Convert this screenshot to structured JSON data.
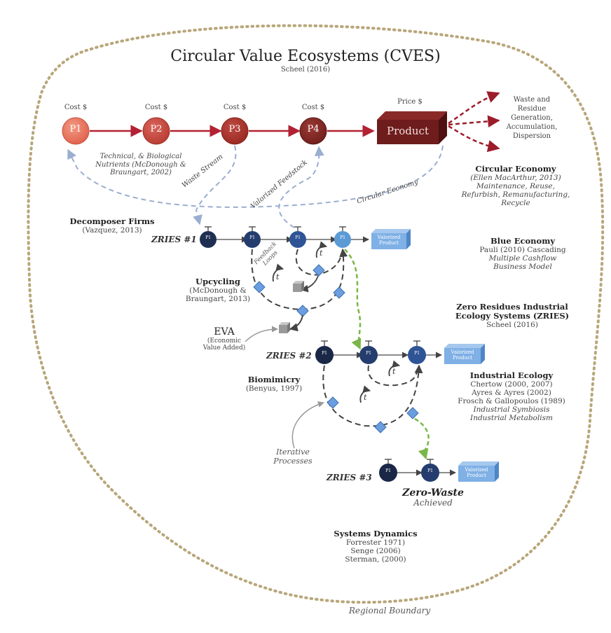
{
  "title": "Circular Value Ecosystems (CVES)",
  "subtitle": "Scheel (2016)",
  "top_chain": {
    "cost_label": "Cost $",
    "price_label": "Price $",
    "nodes": [
      "P1",
      "P2",
      "P3",
      "P4"
    ],
    "product": "Product"
  },
  "waste": [
    "Waste and",
    "Residue",
    "Generation,",
    "Accumulation,",
    "Dispersion"
  ],
  "nutrients": [
    "Technical, & Biological",
    "Nutrients (McDonough &",
    "Braungart, 2002)"
  ],
  "arrow_labels": {
    "waste_stream": "Waste Stream",
    "valorized_feedstock": "Valorized Feedstock",
    "circular_economy": "Circular Economy",
    "feedback_loops": [
      "Feedback",
      "Loops"
    ]
  },
  "circular_economy": {
    "heading": "Circular Economy",
    "lines": [
      "(Ellen MacArthur, 2013)",
      "Maintenance, Reuse,",
      "Refurbish, Remanufacturing,",
      "Recycle"
    ]
  },
  "decomposer": {
    "heading": "Decomposer Firms",
    "ref": "(Vazquez, 2013)"
  },
  "blue_economy": {
    "heading": "Blue Economy",
    "lines": [
      "Pauli (2010) Cascading",
      "Multiple Cashflow",
      "Business Model"
    ]
  },
  "upcycling": {
    "heading": "Upcycling",
    "lines": [
      "(McDonough &",
      "Braungart, 2013)"
    ]
  },
  "zries_sys": {
    "heading": [
      "Zero Residues Industrial",
      "Ecology Systems (ZRIES)"
    ],
    "ref": "Scheel (2016)"
  },
  "eva": {
    "heading": "EVA",
    "lines": [
      "(Economic",
      "Value Added)"
    ]
  },
  "zries_labels": [
    "ZRIES #1",
    "ZRIES #2",
    "ZRIES #3"
  ],
  "valorized_product": [
    "Valorized",
    "Product"
  ],
  "small_node": "P1",
  "loop_symbol": "t",
  "biomimicry": {
    "heading": "Biomimicry",
    "ref": "(Benyus, 1997)"
  },
  "industrial_ecology": {
    "heading": "Industrial Ecology",
    "lines": [
      "Chertow (2000, 2007)",
      "Ayres & Ayres (2002)",
      "Frosch & Gallopoulos (1989)"
    ],
    "italic_lines": [
      "Industrial Symbiosis",
      "Industrial Metabolism"
    ]
  },
  "iterative": [
    "Iterative",
    "Processes"
  ],
  "zero_waste": {
    "heading": "Zero-Waste",
    "sub": "Achieved"
  },
  "systems_dynamics": {
    "heading": "Systems Dynamics",
    "lines": [
      "Forrester 1971)",
      "Senge (2006)",
      "Sterman, (2000)"
    ]
  },
  "regional_boundary": "Regional Boundary",
  "colors": {
    "boundary": "#b8a67a",
    "chain_arrow": "#b22234",
    "p1": "#e8735a",
    "p2": "#c8453c",
    "p3": "#a8322e",
    "p4": "#852a26",
    "product": "#6e1c1c",
    "dashed_blue": "#9aaed0",
    "dashed_green": "#7ab648",
    "node_dark": "#1f2f52",
    "node_mid": "#2f5496",
    "node_light": "#5b9bd5",
    "diamond": "#6a9ee0"
  }
}
